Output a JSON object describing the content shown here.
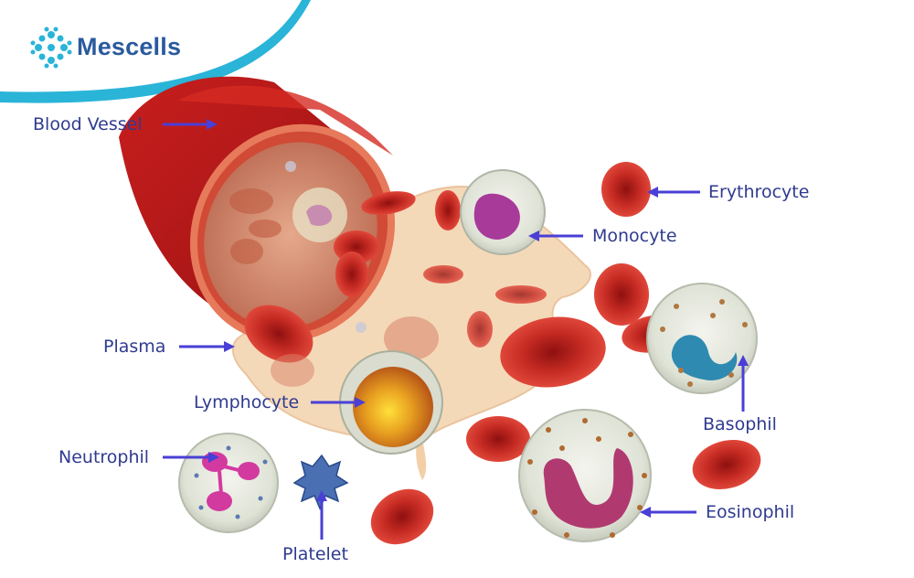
{
  "brand": {
    "name": "Mescells",
    "accent": "#2ab4d8",
    "text_color": "#2a5a9e"
  },
  "arrow_color": "#4a3fd6",
  "labels": {
    "blood_vessel": "Blood Vessel",
    "erythrocyte": "Erythrocyte",
    "monocyte": "Monocyte",
    "plasma": "Plasma",
    "lymphocyte": "Lymphocyte",
    "basophil": "Basophil",
    "neutrophil": "Neutrophil",
    "eosinophil": "Eosinophil",
    "platelet": "Platelet"
  }
}
